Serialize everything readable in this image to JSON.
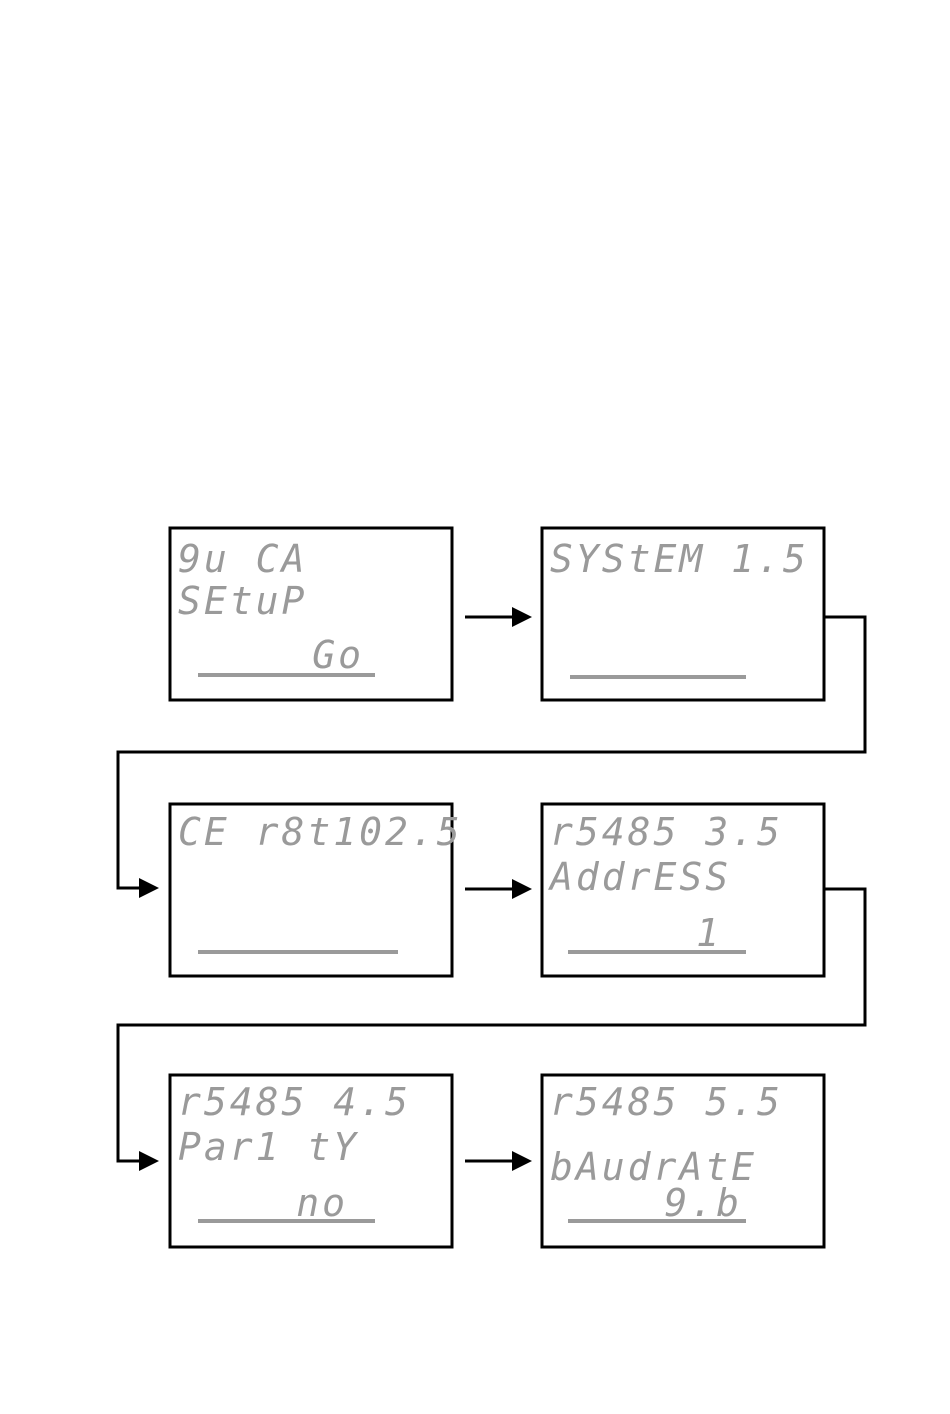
{
  "screens": [
    {
      "lines": [
        "9u CA",
        "SEtuP"
      ],
      "value": "Go"
    },
    {
      "lines": [
        "SYStEM  1.5"
      ],
      "value": ""
    },
    {
      "lines": [
        "CE r8t102.5"
      ],
      "value": ""
    },
    {
      "lines": [
        "r5485  3.5",
        "AddrESS"
      ],
      "value": "1"
    },
    {
      "lines": [
        "r5485  4.5",
        "Par1 tY"
      ],
      "value": "no"
    },
    {
      "lines": [
        "r5485  5.5",
        "bAudrAtE"
      ],
      "value": "9.b"
    }
  ],
  "colors": {
    "lcd_text": "#9a9a9a",
    "frame": "#000000"
  }
}
